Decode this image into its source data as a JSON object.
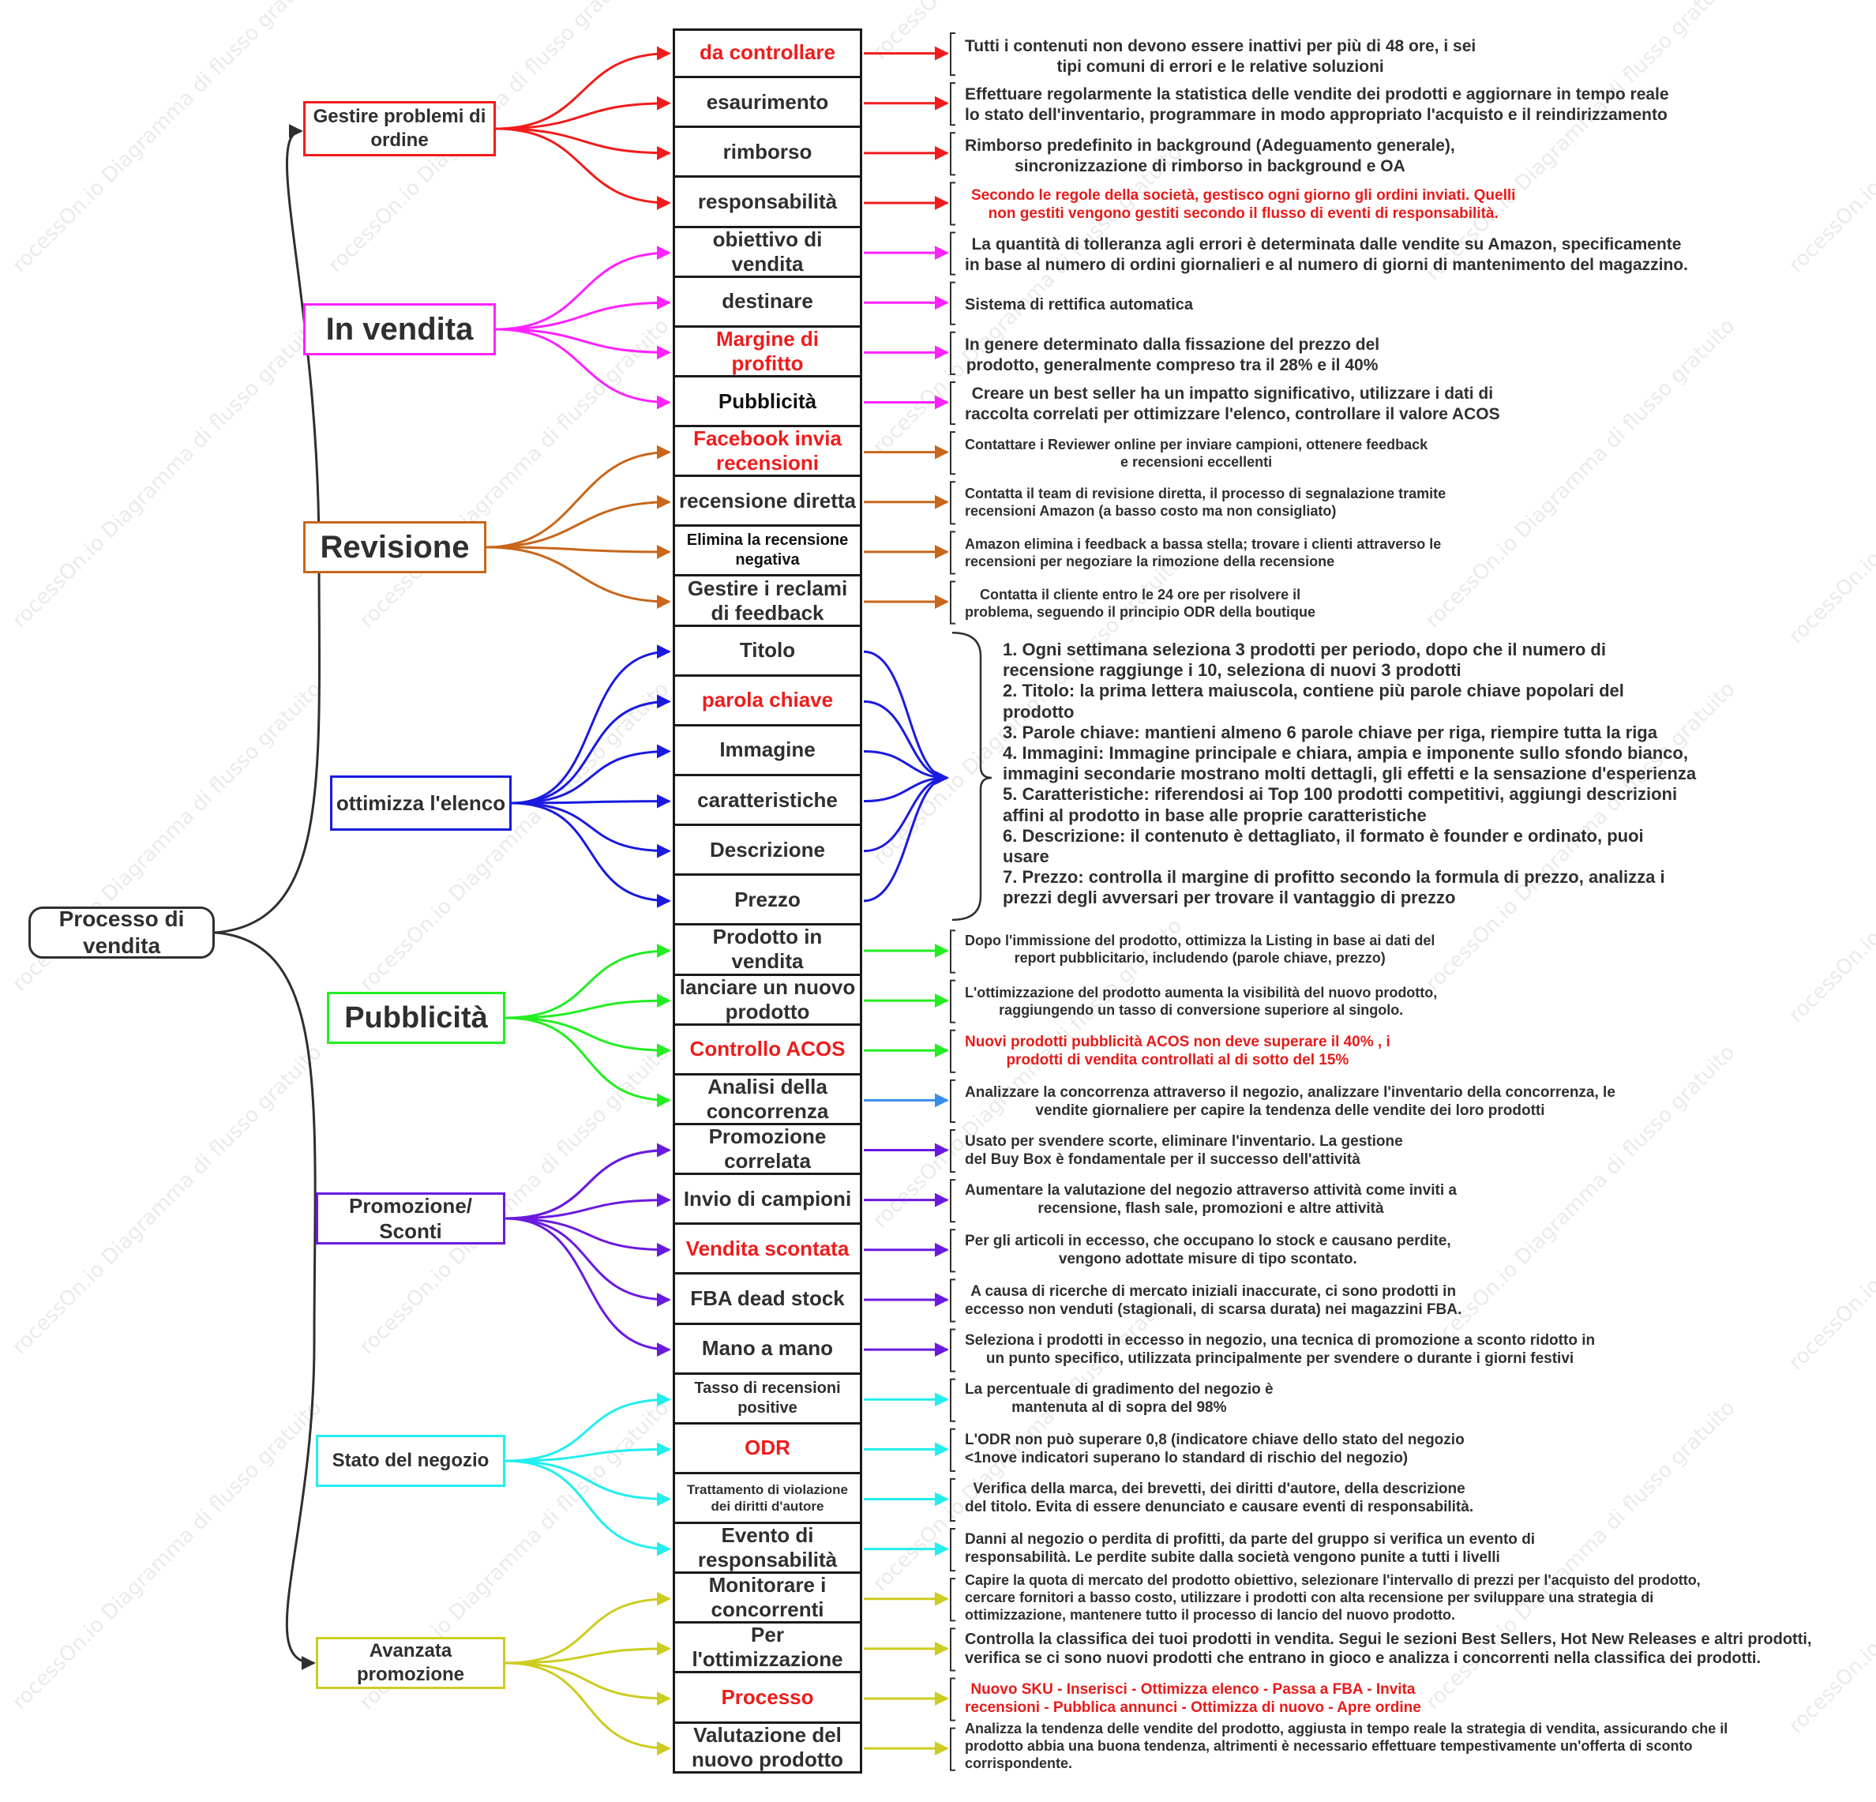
{
  "root": {
    "label": "Processo di vendita"
  },
  "watermark": "rocessOn.io Diagramma di flusso gratuito",
  "categories": [
    {
      "id": "gestire",
      "label": "Gestire problemi di ordine",
      "color": "#f21b1b",
      "items": [
        {
          "label": "da controllare",
          "red": true,
          "desc": "Tutti i contenuti non devono essere inattivi per più di 48 ore, i sei\ntipi comuni di errori e le relative soluzioni"
        },
        {
          "label": "esaurimento",
          "desc": "Effettuare regolarmente la statistica delle vendite dei prodotti e aggiornare in tempo reale\nlo stato dell'inventario, programmare in modo appropriato l'acquisto e il reindirizzamento"
        },
        {
          "label": "rimborso",
          "desc": "Rimborso predefinito in background (Adeguamento generale),\nsincronizzazione di rimborso in background e OA"
        },
        {
          "label": "responsabilità",
          "desc": "Secondo le regole della società, gestisco ogni giorno gli ordini inviati. Quelli\nnon gestiti vengono gestiti secondo il flusso di eventi di responsabilità.",
          "descRed": true
        }
      ]
    },
    {
      "id": "vendita",
      "label": "In vendita",
      "color": "#ff22ff",
      "items": [
        {
          "label": "obiettivo di vendita",
          "desc": "La quantità di tolleranza agli errori è determinata dalle vendite su Amazon, specificamente\nin base al numero di ordini giornalieri e al numero di giorni di mantenimento del magazzino."
        },
        {
          "label": "destinare",
          "desc": "Sistema di rettifica automatica"
        },
        {
          "label": "Margine di profitto",
          "red": true,
          "desc": "In genere determinato dalla fissazione del prezzo del\nprodotto, generalmente compreso tra il 28% e il 40%"
        },
        {
          "label": "Pubblicità",
          "black": true,
          "desc": "Creare un best seller ha un impatto significativo, utilizzare i dati di\nraccolta correlati per ottimizzare l'elenco, controllare il valore ACOS"
        }
      ]
    },
    {
      "id": "revisione",
      "label": "Revisione",
      "color": "#c8661b",
      "items": [
        {
          "label": "Facebook invia recensioni",
          "red": true,
          "desc": "Contattare i Reviewer online per inviare campioni, ottenere feedback\ne recensioni eccellenti"
        },
        {
          "label": "recensione diretta",
          "desc": "Contatta il team di revisione diretta, il processo di segnalazione tramite\nrecensioni Amazon (a basso costo ma non consigliato)"
        },
        {
          "label": "Elimina la recensione negativa",
          "black": true,
          "small": true,
          "desc": "Amazon elimina i feedback a bassa stella; trovare i clienti attraverso le\nrecensioni per negoziare la rimozione della recensione"
        },
        {
          "label": "Gestire i reclami di feedback",
          "desc": "Contatta il cliente entro le 24 ore per risolvere il\nproblema, seguendo il principio ODR della boutique"
        }
      ]
    },
    {
      "id": "ottimizza",
      "label": "ottimizza l'elenco",
      "color": "#1a1adf",
      "items": [
        {
          "label": "Titolo"
        },
        {
          "label": "parola chiave",
          "red": true
        },
        {
          "label": "Immagine"
        },
        {
          "label": "caratteristiche"
        },
        {
          "label": "Descrizione"
        },
        {
          "label": "Prezzo"
        }
      ],
      "group_desc": "1. Ogni settimana seleziona 3 prodotti per periodo, dopo che il numero di\nrecensione raggiunge i 10, seleziona di nuovi 3 prodotti\n2. Titolo: la prima lettera maiuscola, contiene più parole chiave popolari del\nprodotto\n3. Parole chiave: mantieni almeno 6 parole chiave per riga, riempire tutta la riga\n4. Immagini: Immagine principale e chiara, ampia e imponente sullo sfondo bianco,\nimmagini secondarie mostrano molti dettagli, gli effetti e la sensazione d'esperienza\n5. Caratteristiche: riferendosi ai Top 100 prodotti competitivi, aggiungi descrizioni\naffini al prodotto in base alle proprie caratteristiche\n6. Descrizione: il contenuto è dettagliato, il formato è founder e ordinato, puoi\nusare\n7. Prezzo: controlla il margine di profitto secondo la formula di prezzo, analizza i\nprezzi degli avversari per trovare il vantaggio di prezzo"
    },
    {
      "id": "pubblicita",
      "label": "Pubblicità",
      "color": "#22ee22",
      "items": [
        {
          "label": "Prodotto in vendita",
          "desc": "Dopo l'immissione del prodotto, ottimizza la Listing in base ai dati del\nreport pubblicitario, includendo (parole chiave, prezzo)"
        },
        {
          "label": "lanciare un nuovo prodotto",
          "desc": "L'ottimizzazione del prodotto aumenta la visibilità del nuovo prodotto,\nraggiungendo un tasso di conversione superiore al singolo."
        },
        {
          "label": "Controllo ACOS",
          "red": true,
          "desc": "Nuovi prodotti pubblicità ACOS non deve superare il 40% , i\nprodotti di vendita controllati al di sotto del 15%",
          "descRed": true
        },
        {
          "label": "Analisi della concorrenza",
          "desc": "Analizzare la concorrenza attraverso il negozio, analizzare l'inventario della concorrenza, le\nvendite giornaliere per capire la tendenza delle vendite dei loro prodotti"
        }
      ]
    },
    {
      "id": "promozione",
      "label": "Promozione/ Sconti",
      "color": "#6a1adf",
      "items": [
        {
          "label": "Promozione correlata",
          "desc": "Usato per svendere scorte, eliminare l'inventario. La gestione\ndel Buy Box è fondamentale per il successo dell'attività"
        },
        {
          "label": "Invio di campioni",
          "desc": "Aumentare la valutazione del negozio attraverso attività come inviti a\nrecensione, flash sale, promozioni e altre attività"
        },
        {
          "label": "Vendita scontata",
          "red": true,
          "desc": "Per gli articoli in eccesso, che occupano lo stock e causano perdite,\nvengono adottate misure di tipo scontato."
        },
        {
          "label": "FBA dead stock",
          "desc": "A causa di ricerche di mercato iniziali inaccurate, ci sono prodotti in\neccesso non venduti (stagionali, di scarsa durata) nei magazzini FBA."
        },
        {
          "label": "Mano a mano",
          "desc": "Seleziona i prodotti in eccesso in negozio, una tecnica di promozione a sconto ridotto in\nun punto specifico, utilizzata principalmente per svendere o durante i giorni festivi"
        }
      ]
    },
    {
      "id": "stato",
      "label": "Stato del negozio",
      "color": "#22eeee",
      "items": [
        {
          "label": "Tasso di recensioni positive",
          "small": true,
          "desc": "La percentuale di gradimento del negozio è\nmantenuta al di sopra del 98%"
        },
        {
          "label": "ODR",
          "red": true,
          "desc": "L'ODR non può superare 0,8 (indicatore chiave dello stato del negozio\n<1nove indicatori superano lo standard di rischio del negozio)"
        },
        {
          "label": "Trattamento di violazione dei diritti d'autore",
          "tiny": true,
          "desc": "Verifica della marca, dei brevetti, dei diritti d'autore, della descrizione\ndel titolo. Evita di essere denunciato e causare eventi di responsabilità."
        },
        {
          "label": "Evento di responsabilità",
          "desc": "Danni al negozio o perdita di profitti, da parte del gruppo si verifica un evento di\nresponsabilità. Le perdite subite dalla società vengono punite a tutti i livelli"
        }
      ]
    },
    {
      "id": "avanzata",
      "label": "Avanzata promozione",
      "color": "#cccc22",
      "items": [
        {
          "label": "Monitorare i concorrenti",
          "desc": "Capire la quota di mercato del prodotto obiettivo, selezionare l'intervallo di prezzi per l'acquisto del prodotto,\ncercare fornitori a basso costo, utilizzare i prodotti con alta recensione per sviluppare una strategia di\nottimizzazione, mantenere tutto il processo di lancio del nuovo prodotto."
        },
        {
          "label": "Per l'ottimizzazione",
          "desc": "Controlla la classifica dei tuoi prodotti in vendita. Segui le sezioni Best Sellers, Hot New Releases e altri prodotti,\nverifica se ci sono nuovi prodotti che entrano in gioco e analizza i concorrenti nella classifica dei prodotti."
        },
        {
          "label": "Processo",
          "red": true,
          "desc": "Nuovo SKU - Inserisci - Ottimizza elenco - Passa a FBA - Invita\nrecensioni - Pubblica annunci - Ottimizza di nuovo - Apre ordine",
          "descRed": true
        },
        {
          "label": "Valutazione del nuovo prodotto",
          "desc": "Analizza la tendenza delle vendite del prodotto, aggiusta in tempo reale la strategia di vendita, assicurando che il\nprodotto abbia una buona tendenza, altrimenti è necessario effettuare tempestivamente un'offerta di sconto\ncorrispondente."
        }
      ]
    }
  ]
}
